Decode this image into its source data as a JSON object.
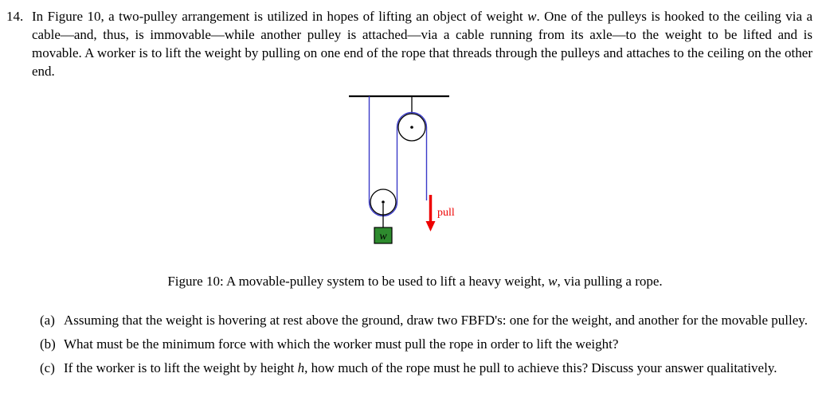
{
  "problem": {
    "number": "14.",
    "body": {
      "t1": "In Figure 10, a two-pulley arrangement is utilized in hopes of lifting an object of weight ",
      "var_w": "w",
      "t2": ". One of the pulleys is hooked to the ceiling via a cable—and, thus, is immovable—while another pulley is attached—via a cable running from its axle—to the weight to be lifted and is movable. A worker is to lift the weight by pulling on one end of the rope that threads through the pulleys and attaches to the ceiling on the other end."
    }
  },
  "figure": {
    "pull_label": "pull",
    "weight_label": "w",
    "caption": {
      "t1": "Figure 10: A movable-pulley system to be used to lift a heavy weight, ",
      "var_w": "w",
      "t2": ", via pulling a rope."
    },
    "colors": {
      "rope": "#3a3ac8",
      "pull_arrow": "#ee0000",
      "weight_fill": "#2e8b2e"
    }
  },
  "questions": {
    "a": {
      "label": "(a)",
      "t1": "Assuming that the weight is hovering at rest above the ground, draw two FBFD's: one for the weight, and another for the movable pulley."
    },
    "b": {
      "label": "(b)",
      "t1": "What must be the minimum force with which the worker must pull the rope in order to lift the weight?"
    },
    "c": {
      "label": "(c)",
      "t1": "If the worker is to lift the weight by height ",
      "var_h": "h",
      "t2": ", how much of the rope must he pull to achieve this? Discuss your answer qualitatively."
    }
  }
}
